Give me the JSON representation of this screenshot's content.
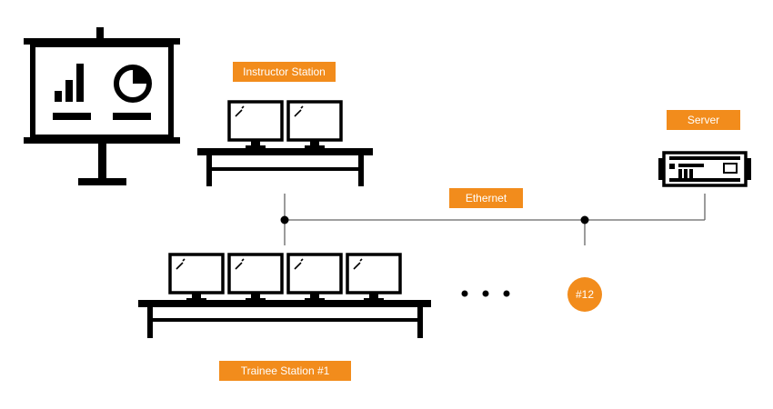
{
  "labels": {
    "instructor": "Instructor Station",
    "server": "Server",
    "network": "Ethernet",
    "trainee": "Trainee Station #1",
    "last_station": "#12"
  },
  "colors": {
    "accent": "#f28c1c",
    "ink": "#000000",
    "line": "#666666"
  },
  "icons": [
    "presentation-board-icon",
    "monitor-icon",
    "server-icon",
    "ellipsis-icon"
  ]
}
